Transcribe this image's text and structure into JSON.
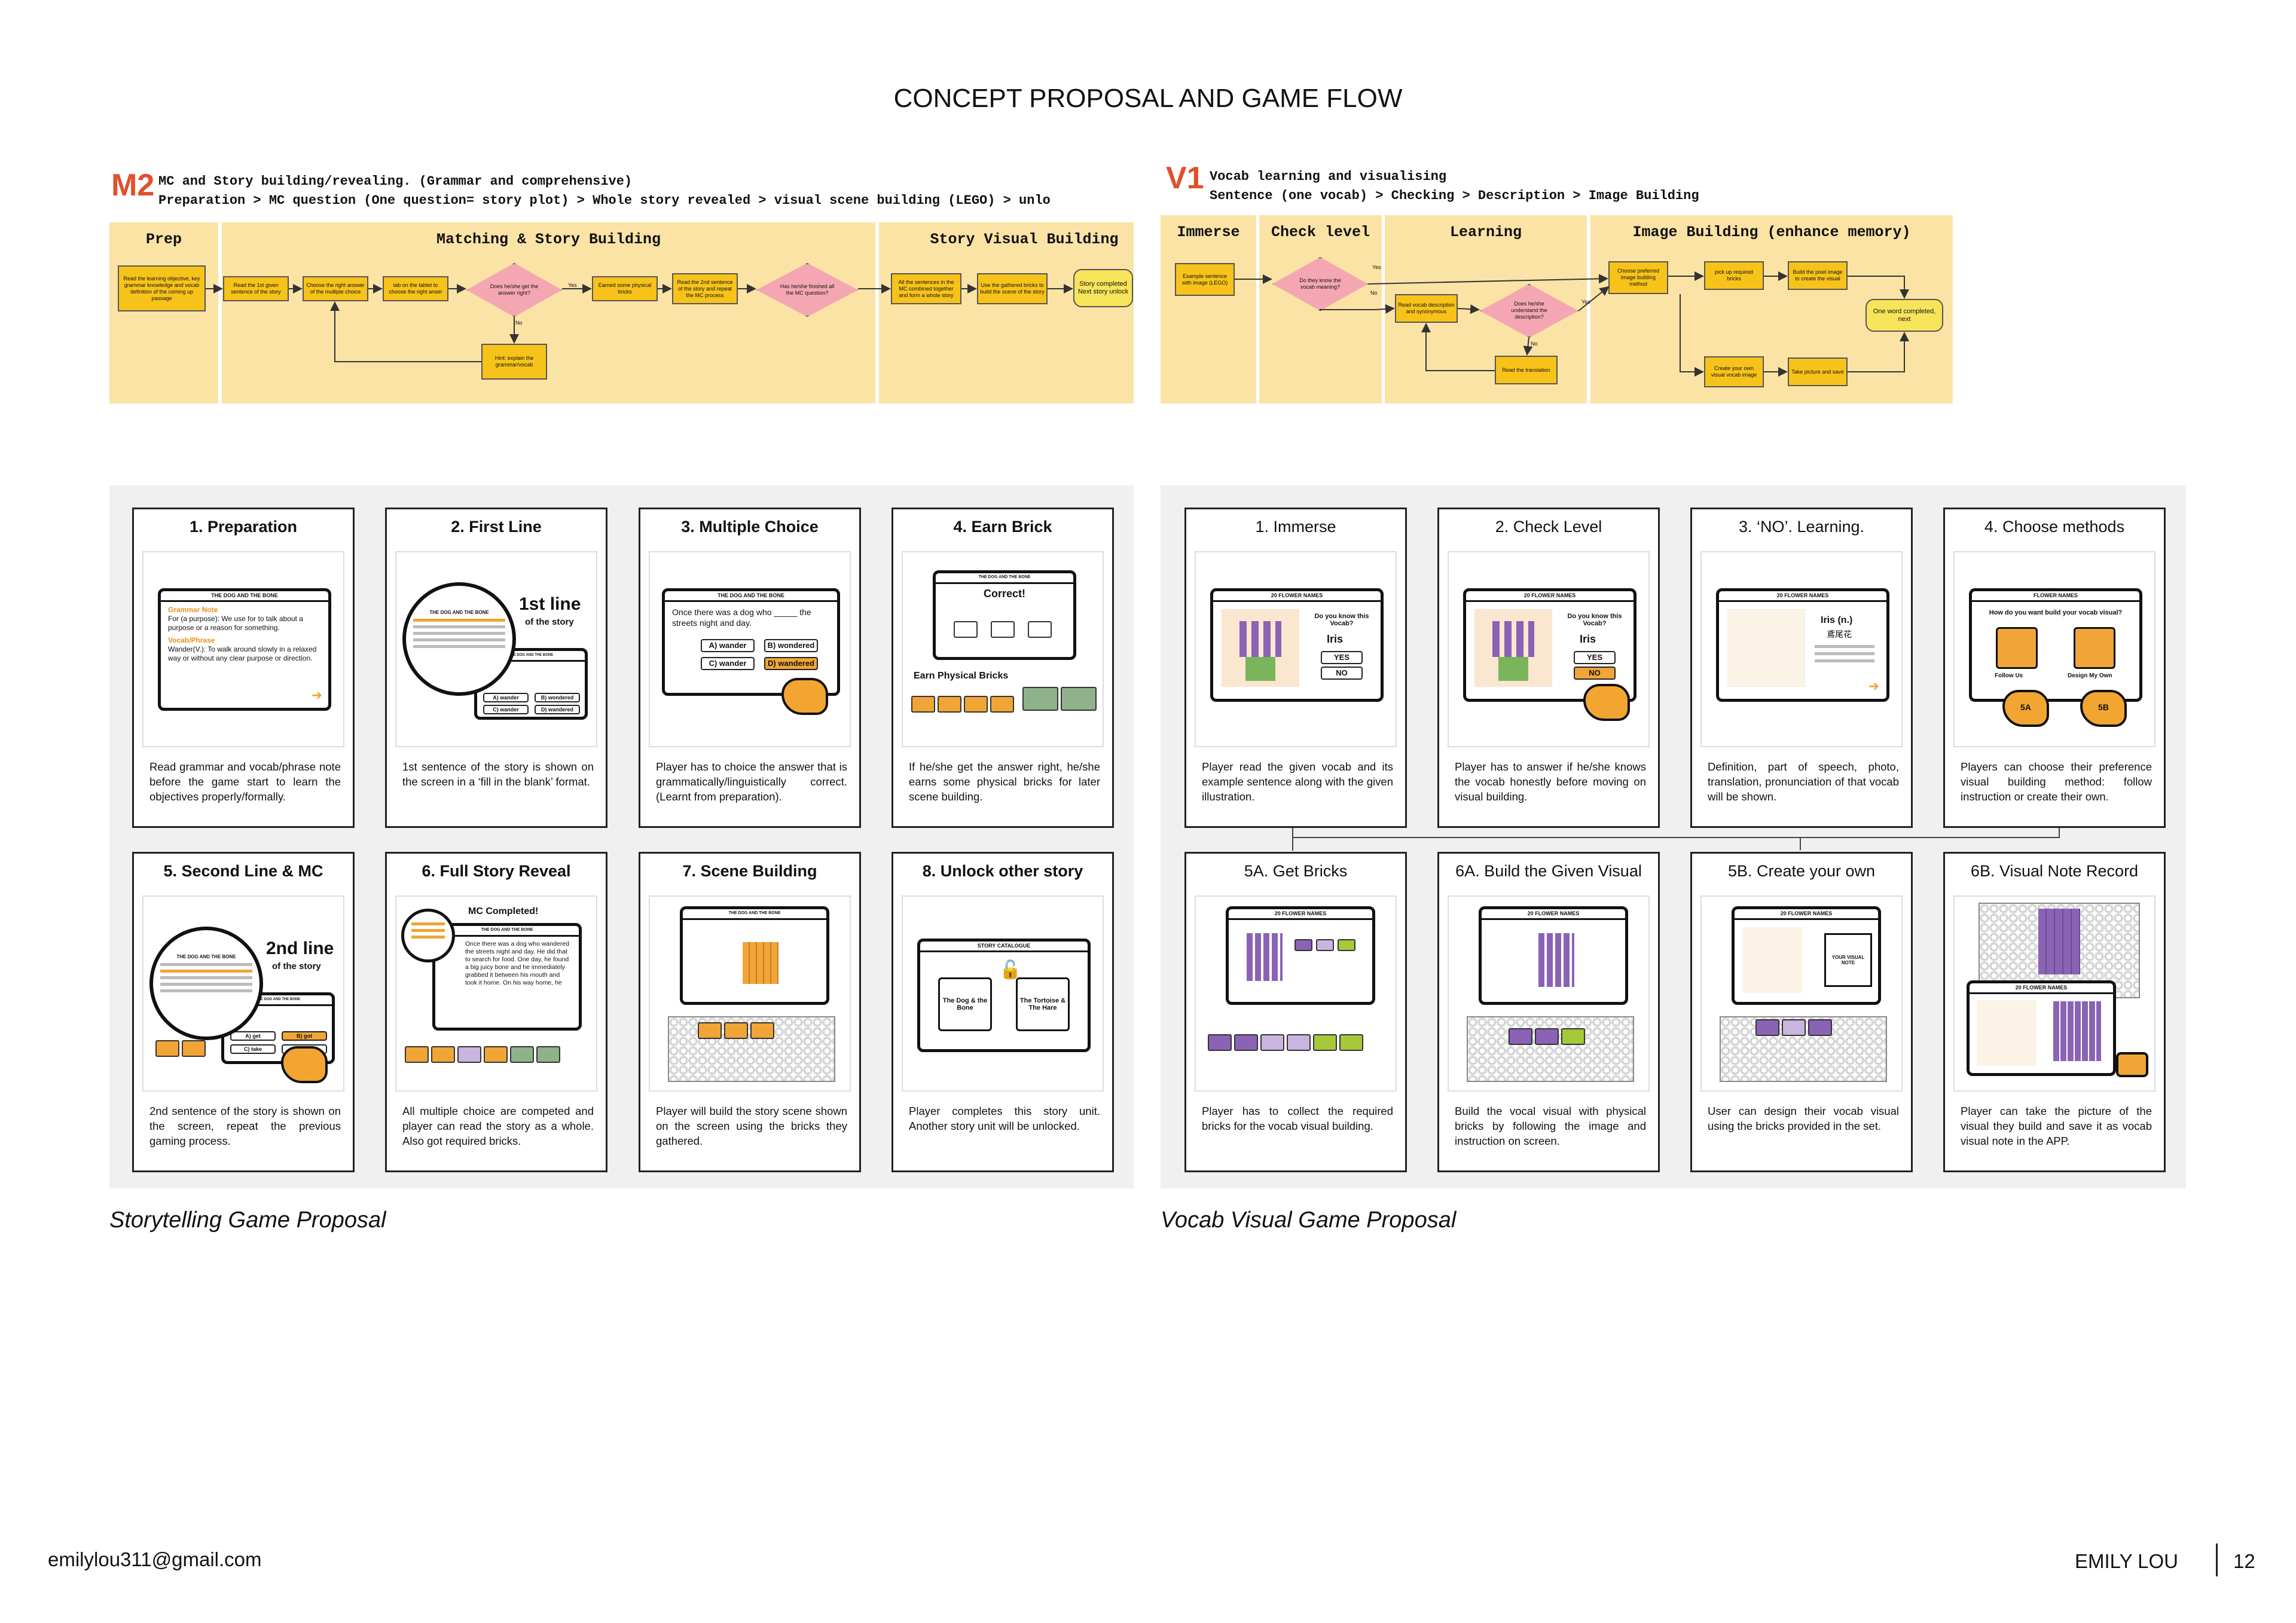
{
  "page": {
    "title": "CONCEPT PROPOSAL AND GAME FLOW"
  },
  "m2": {
    "tag": "M2",
    "line1": "MC and Story building/revealing. (Grammar and comprehensive)",
    "line2": "Preparation > MC question (One question= story plot) > Whole story revealed > visual scene building (LEGO) > unlo",
    "stages": [
      "Prep",
      "Matching & Story Building",
      "Story Visual Building"
    ],
    "nodes": {
      "n1": "Read the learning objective, key grammar knowledge and vocab definition of the coming up passage",
      "n2": "Read the 1st given sentence of the story",
      "n3": "Choose the right answer of the multiple choice",
      "n4": "tab on the tablet to choose the right anser",
      "d1": "Does he/she get the answer right?",
      "n5": "Earned some physical bricks",
      "n6": "Read the 2nd sentence of the story and repeat the MC process",
      "d2": "Has he/she finished all the MC question?",
      "n7": "All the sentences in the MC combined together and form a whole story",
      "n8": "Use the gathered bricks to build the scene of the story",
      "end": "Story completed Next story unlock",
      "hint": "Hint: explain the grammar/vocab",
      "no": "No",
      "yes": "Yes"
    }
  },
  "v1": {
    "tag": "V1",
    "line1": "Vocab learning and visualising",
    "line2": "Sentence (one vocab) > Checking > Description > Image Building",
    "stages": [
      "Immerse",
      "Check level",
      "Learning",
      "Image Building (enhance memory)"
    ],
    "nodes": {
      "n1": "Example sentence with image (LEGO)",
      "d1": "Do they know the vocab meaning?",
      "n2": "Read vocab description and synonymous",
      "d2": "Does he/she understand the description?",
      "n3": "Read the translation",
      "n4": "Choose preferred image building method",
      "n5": "pick up required bricks",
      "n6": "Build the pixel image to create the visual",
      "n7": "Create your own visual vocab image",
      "n8": "Take picture and save",
      "end": "One word completed, next",
      "no": "No",
      "yes": "Yes"
    }
  },
  "story_cards": [
    {
      "title": "1. Preparation",
      "desc": "Read grammar and vocab/phrase note before the game start to learn the objectives properly/formally."
    },
    {
      "title": "2. First Line",
      "desc": "1st sentence of the story is shown on the screen in a ‘fill in the blank’ format."
    },
    {
      "title": "3. Multiple Choice",
      "desc": "Player has to choice the answer that is grammatically/linguistically correct. (Learnt from preparation)."
    },
    {
      "title": "4. Earn Brick",
      "desc": "If he/she get the answer right, he/she earns some physical bricks for later scene building."
    },
    {
      "title": "5. Second Line & MC",
      "desc": "2nd sentence of the story is shown on the screen, repeat the previous gaming process."
    },
    {
      "title": "6. Full Story Reveal",
      "desc": "All multiple choice are competed and player can read the story as a whole. Also got required bricks."
    },
    {
      "title": "7. Scene Building",
      "desc": "Player will build the story scene shown on the screen using the bricks they gathered."
    },
    {
      "title": "8. Unlock other story",
      "desc": "Player completes this story unit. Another story unit will be unlocked."
    }
  ],
  "vocab_cards": [
    {
      "title": "1. Immerse",
      "desc": "Player read the given vocab and its example sentence along with the given illustration."
    },
    {
      "title": "2. Check Level",
      "desc": "Player has to answer if he/she knows the vocab honestly before moving on visual building."
    },
    {
      "title": "3. ‘NO’. Learning.",
      "desc": "Definition, part of speech, photo, translation, pronunciation of that vocab will be shown."
    },
    {
      "title": "4. Choose methods",
      "desc": "Players can choose their preference visual building method: follow instruction or create their own."
    },
    {
      "title": "5A. Get Bricks",
      "desc": "Player has to collect the required bricks for the vocab visual building."
    },
    {
      "title": "6A. Build the Given Visual",
      "desc": "Build the vocal visual with physical bricks by following the image and instruction on screen."
    },
    {
      "title": "5B. Create your own",
      "desc": "User can design their vocab visual using the bricks provided in the set."
    },
    {
      "title": "6B. Visual Note Record",
      "desc": "Player can take the picture of the visual they build and save it as vocab visual note in the APP."
    }
  ],
  "ill": {
    "dog_title": "THE DOG AND THE BONE",
    "grammar_note": "Grammar Note",
    "grammar_text": "For (a purpose): We use for to talk about a purpose or a reason for something.",
    "vocab_phrase": "Vocab/Phrase",
    "vocab_text": "Wander(V.): To walk around slowly in a relaxed way or without any clear purpose or direction.",
    "first": "1st line",
    "second": "2nd line",
    "of_story": "of the story",
    "question": "Once there was a dog who _____ the streets night and day.",
    "opts": [
      "A) wander",
      "B) wondered",
      "C) wander",
      "D) wandered"
    ],
    "opts_short": [
      "A) get",
      "B) got",
      "C) take",
      "D) taken"
    ],
    "correct": "Correct!",
    "earn": "Earn Physical Bricks",
    "mc_completed": "MC Completed!",
    "story_text": "Once there was a dog who wandered the streets night and day. He did that to search for food. One day, he found a big juicy bone and he immediately grabbed it between his mouth and took it home. On his way home, he",
    "catalogue": "STORY CATALOGUE",
    "book1": "The Dog & the Bone",
    "book2": "The Tortoise & The Hare",
    "flower": "20 FLOWER NAMES",
    "do_you_know": "Do you know this Vocab?",
    "iris": "Iris",
    "yes": "YES",
    "no": "NO",
    "iris_n": "Iris (n.)",
    "iris_cn": "鳶尾花",
    "flower_names": "FLOWER NAMES",
    "how_build": "How do you want build your vocab visual?",
    "follow": "Follow Us",
    "design": "Design My Own",
    "a5": "5A",
    "b5": "5B",
    "your_visual": "YOUR VISUAL NOTE"
  },
  "captions": {
    "left": "Storytelling Game Proposal",
    "right": "Vocab Visual Game Proposal"
  },
  "footer": {
    "email": "emilylou311@gmail.com",
    "name": "EMILY LOU",
    "page": "12"
  },
  "colors": {
    "accent": "#e0502b",
    "band": "#fbe3a6",
    "node": "#f7c31b",
    "decision": "#f4a7b3",
    "brick_orange": "#f0a536",
    "brick_purple": "#8a63b5"
  }
}
